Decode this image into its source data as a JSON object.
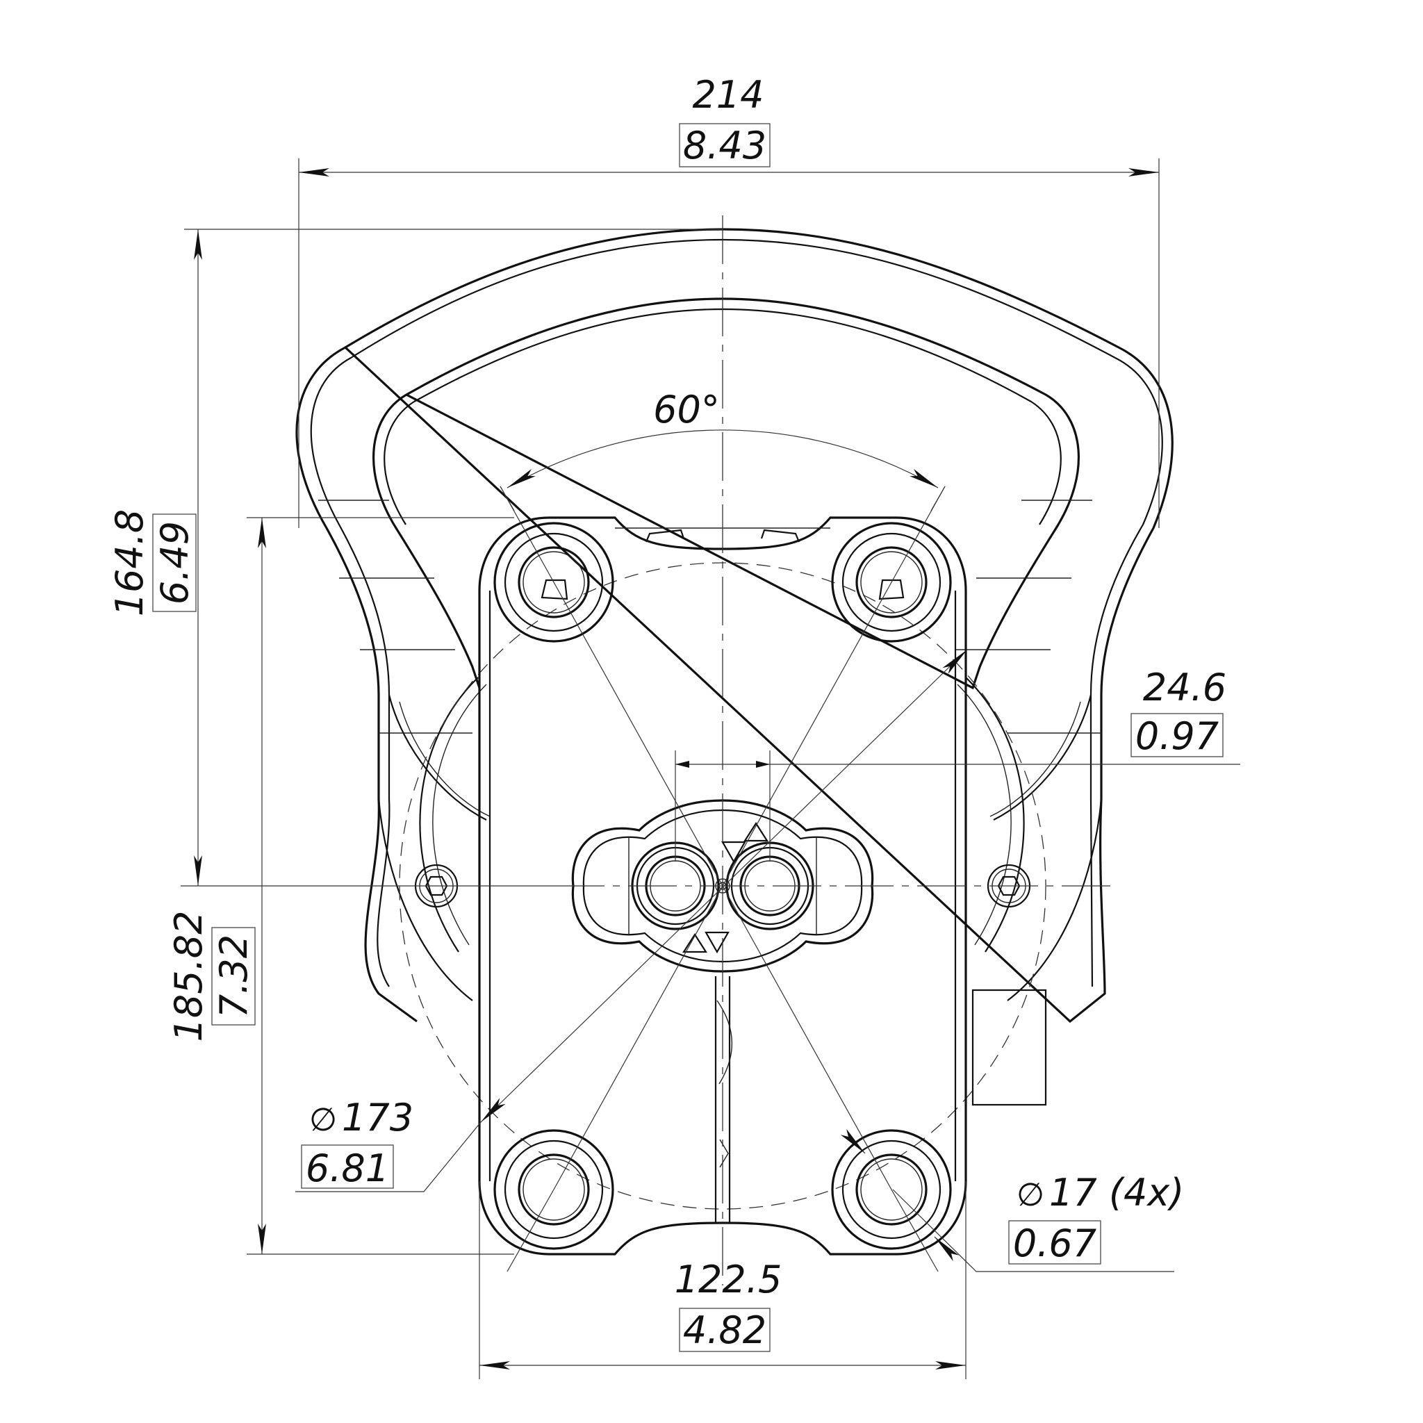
{
  "dimensions": {
    "overall_width": {
      "value": "214",
      "inch": "8.43"
    },
    "flange_width": {
      "value": "122.5",
      "inch": "4.82"
    },
    "height_upper": {
      "value": "164.8",
      "inch": "6.49"
    },
    "height_flange": {
      "value": "185.82",
      "inch": "7.32"
    },
    "port_spacing": {
      "value": "24.6",
      "inch": "0.97"
    },
    "bolt_circle": {
      "symbol": "∅",
      "value": "173",
      "inch": "6.81"
    },
    "bolt_hole": {
      "symbol": "∅",
      "value": "17 (4x)",
      "inch": "0.67"
    },
    "angle": {
      "value": "60°"
    }
  }
}
